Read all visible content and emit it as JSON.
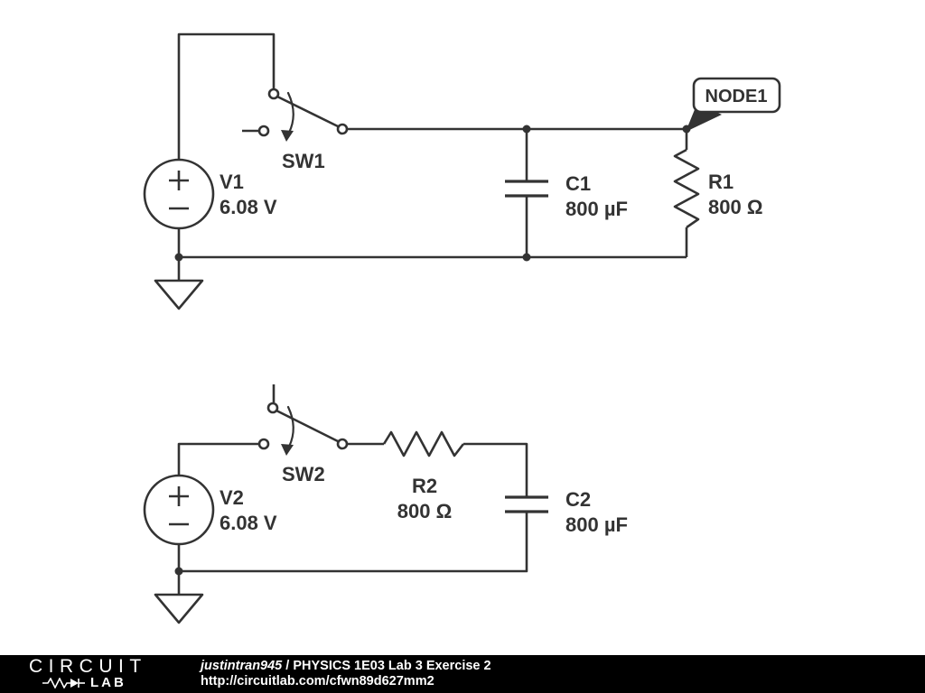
{
  "colors": {
    "wire": "#333333",
    "background": "#ffffff",
    "footer_bg": "#000000",
    "footer_text": "#ffffff"
  },
  "circuit1": {
    "source_ref": "V1",
    "source_value": "6.08 V",
    "switch_ref": "SW1",
    "capacitor_ref": "C1",
    "capacitor_value": "800 µF",
    "resistor_ref": "R1",
    "resistor_value": "800 Ω",
    "node_flag": "NODE1"
  },
  "circuit2": {
    "source_ref": "V2",
    "source_value": "6.08 V",
    "switch_ref": "SW2",
    "resistor_ref": "R2",
    "resistor_value": "800 Ω",
    "capacitor_ref": "C2",
    "capacitor_value": "800 µF"
  },
  "footer": {
    "logo_line1": "CIRCUIT",
    "logo_line2": "LAB",
    "author": "justintran945",
    "separator": " / ",
    "title": "PHYSICS 1E03 Lab 3 Exercise 2",
    "url": "http://circuitlab.com/cfwn89d627mm2"
  }
}
